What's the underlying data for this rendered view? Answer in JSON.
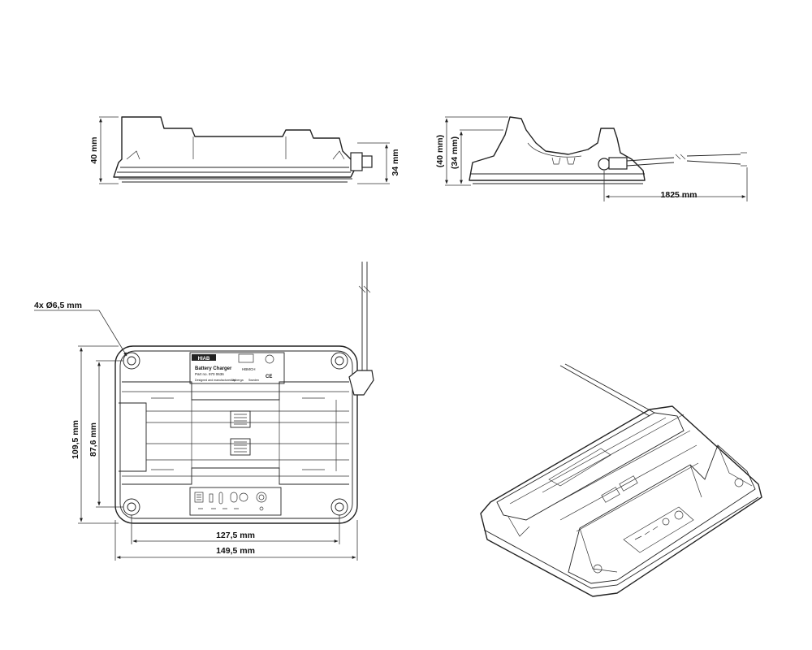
{
  "dimensions": {
    "side_height_overall": "40 mm",
    "side_height_base": "34 mm",
    "end_height_overall": "(40 mm)",
    "end_height_base": "(34 mm)",
    "cable_length": "1825 mm",
    "hole_callout": "4x Ø6,5 mm",
    "height_outer": "109,5 mm",
    "height_inner": "87,6 mm",
    "width_inner": "127,5 mm",
    "width_outer": "149,5 mm"
  },
  "product_label": {
    "brand": "HIAB",
    "title": "Battery Charger",
    "part_no": "Part no. 970 0636",
    "model": "HBMCH",
    "ce_mark": "CE",
    "manufacturer": "Designed and manufactured by",
    "maker": "Ustberga",
    "country": "Sweden"
  },
  "colors": {
    "line": "#222222",
    "background": "#ffffff"
  }
}
